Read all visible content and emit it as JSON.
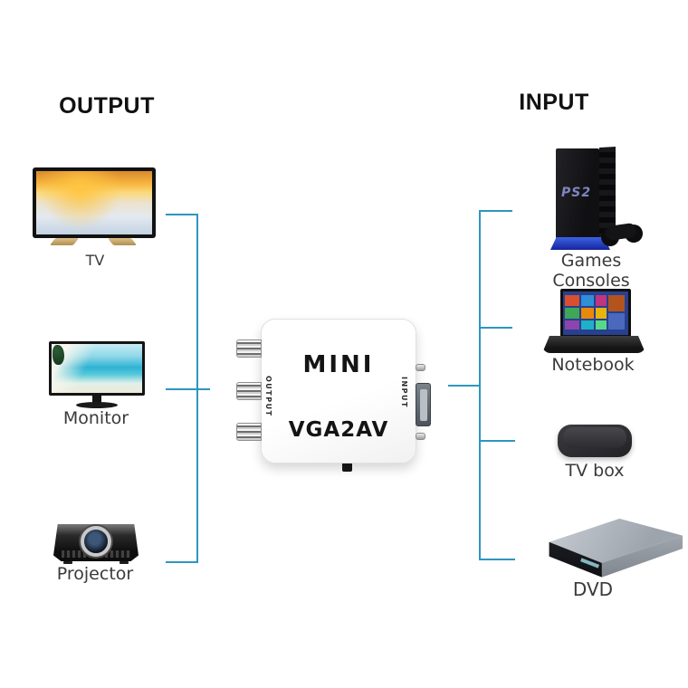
{
  "headings": {
    "output": "OUTPUT",
    "input": "INPUT"
  },
  "converter": {
    "brand": "MINI",
    "model": "VGA2AV",
    "left_port_label": "OUTPUT",
    "right_port_label": "INPUT"
  },
  "output_devices": [
    {
      "label": "TV",
      "icon": "tv-icon"
    },
    {
      "label": "Monitor",
      "icon": "monitor-icon"
    },
    {
      "label": "Projector",
      "icon": "projector-icon"
    }
  ],
  "input_devices": [
    {
      "label": "Games Consoles",
      "icon": "game-console-icon",
      "logo": "PS2"
    },
    {
      "label": "Notebook",
      "icon": "notebook-icon"
    },
    {
      "label": "TV box",
      "icon": "tv-box-icon"
    },
    {
      "label": "DVD",
      "icon": "dvd-player-icon"
    }
  ],
  "colors": {
    "background": "#ffffff",
    "connector_line": "#2e96bf",
    "heading_text": "#111111",
    "label_text": "#3a3a3a",
    "converter_text": "#141414",
    "converter_body": "#ffffff"
  }
}
